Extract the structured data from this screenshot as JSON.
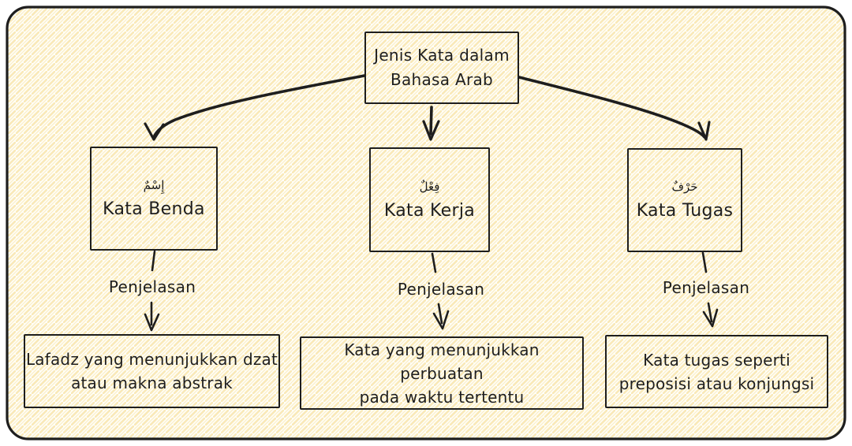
{
  "diagram": {
    "root": {
      "line1": "Jenis Kata dalam",
      "line2": "Bahasa Arab"
    },
    "categories": [
      {
        "arabic": "إِسْمٌ",
        "label": "Kata Benda",
        "connector_label": "Penjelasan",
        "description_line1": "Lafadz yang menunjukkan dzat",
        "description_line2": "atau makna abstrak"
      },
      {
        "arabic": "فِعْلٌ",
        "label": "Kata Kerja",
        "connector_label": "Penjelasan",
        "description_line1": "Kata yang menunjukkan perbuatan",
        "description_line2": "pada waktu tertentu"
      },
      {
        "arabic": "حَرْفٌ",
        "label": "Kata Tugas",
        "connector_label": "Penjelasan",
        "description_line1": "Kata tugas seperti",
        "description_line2": "preposisi atau konjungsi"
      }
    ],
    "colors": {
      "ink": "#1e1e1e",
      "hatch": "#f4d683",
      "background": "#ffffff"
    }
  }
}
